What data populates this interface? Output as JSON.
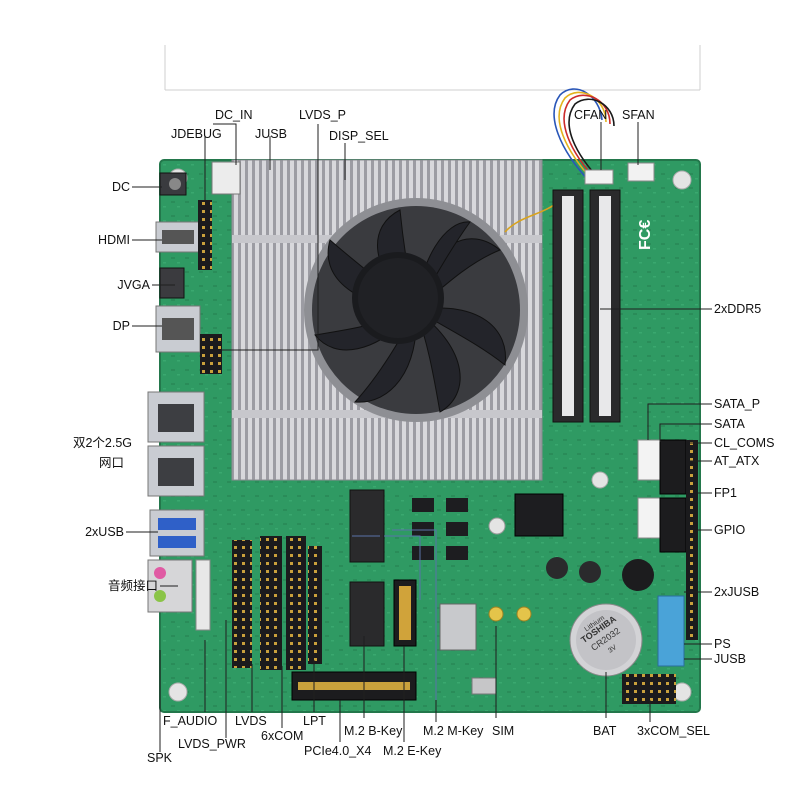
{
  "diagram": {
    "labels": {
      "dc": "DC",
      "hdmi": "HDMI",
      "jvga": "JVGA",
      "dp": "DP",
      "lan_line1": "双2个2.5G",
      "lan_line2": "网口",
      "usb2x": "2xUSB",
      "audio_port": "音频接口",
      "jdebug": "JDEBUG",
      "dc_in": "DC_IN",
      "jusb_top": "JUSB",
      "lvds_p": "LVDS_P",
      "disp_sel": "DISP_SEL",
      "cfan": "CFAN",
      "sfan": "SFAN",
      "ddr5": "2xDDR5",
      "sata_p": "SATA_P",
      "sata": "SATA",
      "cl_coms": "CL_COMS",
      "at_atx": "AT_ATX",
      "fp1": "FP1",
      "gpio": "GPIO",
      "jusb2x": "2xJUSB",
      "ps": "PS",
      "jusb_right": "JUSB",
      "f_audio": "F_AUDIO",
      "lvds_pwr": "LVDS_PWR",
      "spk": "SPK",
      "lvds": "LVDS",
      "com6x": "6xCOM",
      "lpt": "LPT",
      "pcie": "PCIe4.0_X4",
      "m2_b": "M.2 B-Key",
      "m2_e": "M.2 E-Key",
      "m2_m": "M.2 M-Key",
      "sim": "SIM",
      "bat": "BAT",
      "com_sel": "3xCOM_SEL"
    },
    "board_marks": {
      "fcc": "FC€",
      "battery_brand": "TOSHIBA",
      "battery_model": "CR2032",
      "battery_volt": "3V",
      "battery_type": "Lithium"
    },
    "colors": {
      "pcb": "#2f9a63",
      "heatsink": "#b9b9bf",
      "fan": "#1e1f22",
      "dimm": "#2a2a2c",
      "port_metal": "#c9ccd2",
      "leader": "#1f1f1f"
    }
  }
}
